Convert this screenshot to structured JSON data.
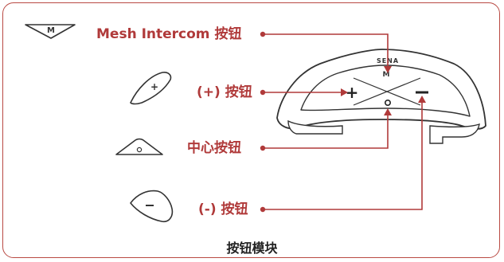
{
  "labels": {
    "mesh": "Mesh Intercom 按钮",
    "plus": "(+) 按钮",
    "center": "中心按钮",
    "minus": "(-) 按钮"
  },
  "caption": "按钮模块",
  "device": {
    "brand": "SENA",
    "m_key": "M",
    "plus_key": "+",
    "minus_key": "−",
    "center_key": "○"
  },
  "icons": {
    "mesh_icon_glyph": "M",
    "plus_icon_glyph": "+",
    "center_icon_glyph": "○",
    "minus_icon_glyph": "−"
  },
  "colors": {
    "accent": "#b03a3a",
    "frame": "#b94a43",
    "device_stroke": "#333333"
  }
}
